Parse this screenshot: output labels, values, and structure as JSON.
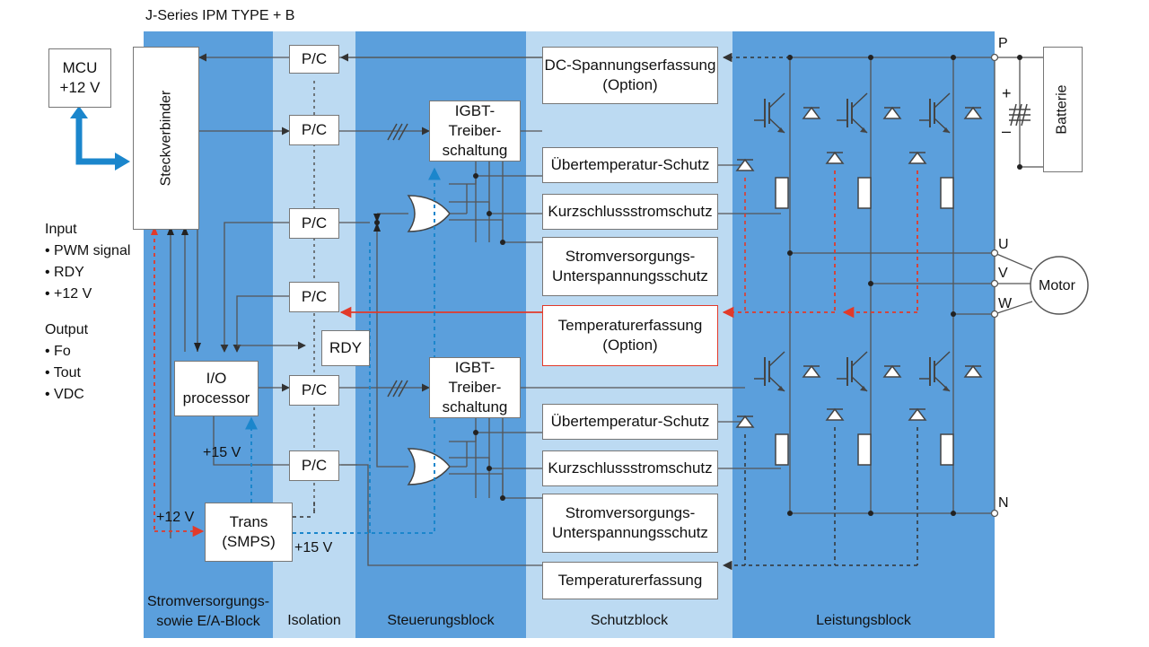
{
  "title": "J-Series IPM TYPE + B",
  "mcu": {
    "line1": "MCU",
    "line2": "+12 V"
  },
  "connector": "Steckverbinder",
  "battery": "Batterie",
  "motor": "Motor",
  "terminals": {
    "p": "P",
    "u": "U",
    "v": "V",
    "w": "W",
    "n": "N"
  },
  "battery_plus": "+",
  "battery_minus": "–",
  "pc_label": "P/C",
  "rdy_label": "RDY",
  "io_processor": {
    "line1": "I/O",
    "line2": "processor"
  },
  "trans": {
    "line1": "Trans",
    "line2": "(SMPS)"
  },
  "igbt_driver": {
    "line1": "IGBT-Treiber-",
    "line2": "schaltung"
  },
  "dc_voltage": {
    "line1": "DC-Spannungserfassung",
    "line2": "(Option)"
  },
  "overtemp": "Übertemperatur-Schutz",
  "short_circuit": "Kurzschlussstromschutz",
  "undervoltage": {
    "line1": "Stromversorgungs-",
    "line2": "Unterspannungsschutz"
  },
  "temp_option": {
    "line1": "Temperaturerfassung",
    "line2": "(Option)"
  },
  "temp": "Temperaturerfassung",
  "voltages": {
    "v15a": "+15 V",
    "v12": "+12 V",
    "v15b": "+15 V"
  },
  "io_list": {
    "input_heading": "Input",
    "inputs": [
      "• PWM signal",
      "• RDY",
      "• +12 V"
    ],
    "output_heading": "Output",
    "outputs": [
      "• Fo",
      "• Tout",
      "• VDC"
    ]
  },
  "columns": [
    {
      "line1": "Stromversorgungs-",
      "line2": "sowie  E/A-Block"
    },
    {
      "line1": "Isolation",
      "line2": ""
    },
    {
      "line1": "Steuerungsblock",
      "line2": ""
    },
    {
      "line1": "Schutzblock",
      "line2": ""
    },
    {
      "line1": "Leistungsblock",
      "line2": ""
    }
  ],
  "colors": {
    "dark_band": "#5b9fdc",
    "light_band": "#bcdaf2",
    "arrow_blue": "#1b86cc",
    "signal_red": "#e23a2a",
    "line": "#555555"
  }
}
